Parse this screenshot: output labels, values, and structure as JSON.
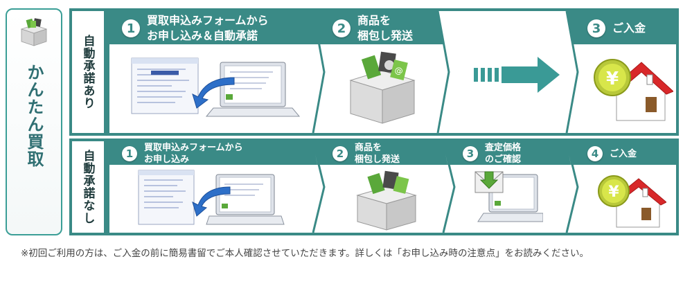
{
  "left_label": "かんたん買取",
  "rows": [
    {
      "label": "自動承諾あり",
      "steps": [
        {
          "num": "1",
          "text": "買取申込みフォームから\nお申し込み＆自動承諾"
        },
        {
          "num": "2",
          "text": "商品を\n梱包し発送"
        },
        {
          "num": "3",
          "text": "ご入金"
        }
      ]
    },
    {
      "label": "自動承諾なし",
      "steps": [
        {
          "num": "1",
          "text": "買取申込みフォームから\nお申し込み"
        },
        {
          "num": "2",
          "text": "商品を\n梱包し発送"
        },
        {
          "num": "3",
          "text": "査定価格\nのご確認"
        },
        {
          "num": "4",
          "text": "ご入金"
        }
      ]
    }
  ],
  "yen_symbol": "¥",
  "note": "※初回ご利用の方は、ご入金の前に簡易書留でご本人確認させていただきます。詳しくは「お申し込み時の注意点」をお読みください。",
  "colors": {
    "teal": "#3a8a86",
    "green": "#5aa83a",
    "red": "#d8282a",
    "gold": "#e8c300"
  },
  "icons": [
    "box-icon",
    "laptop-icon",
    "browser-form-icon",
    "arrow-icon",
    "house-yen-icon",
    "mail-download-icon"
  ]
}
